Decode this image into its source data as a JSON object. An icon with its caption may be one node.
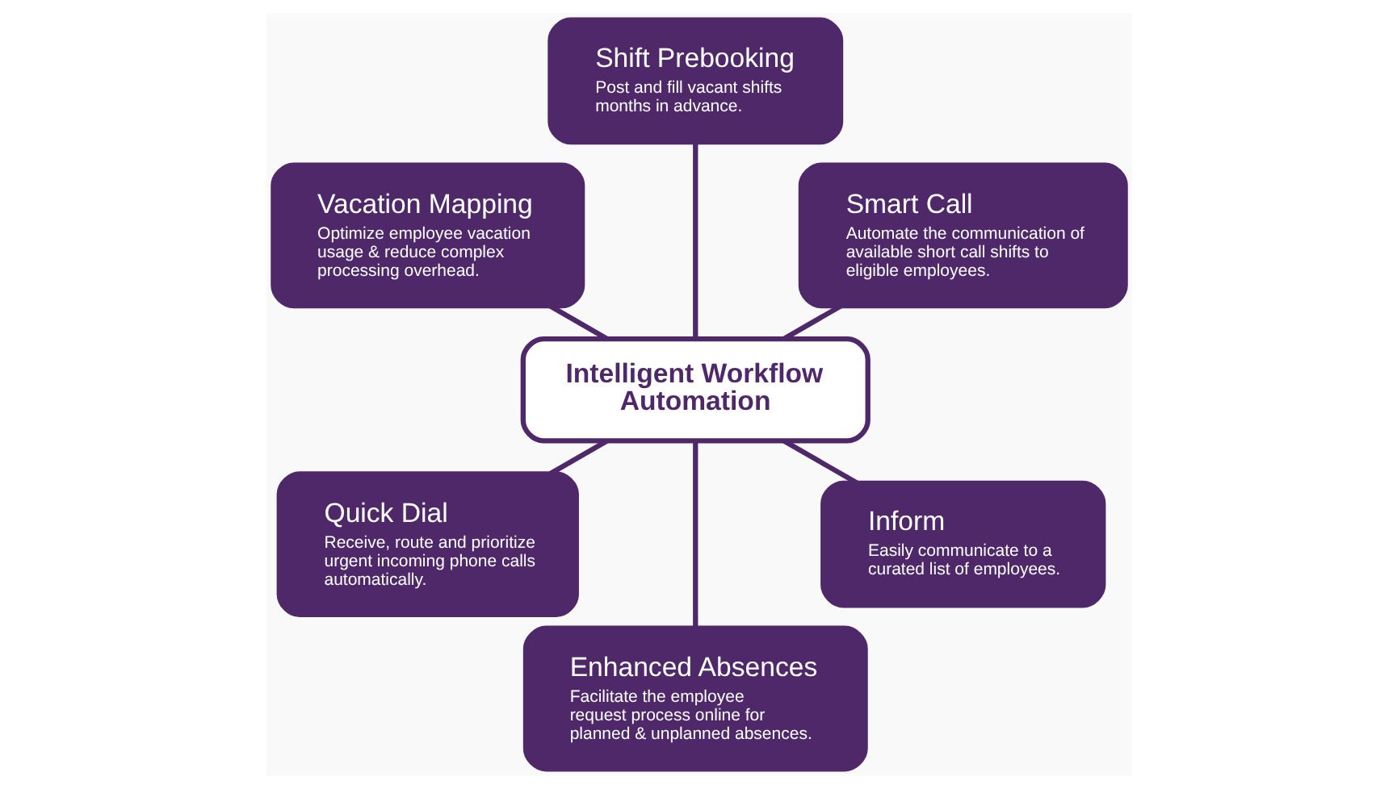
{
  "diagram": {
    "nodes": [
      {
        "text": [
          "Smart Call",
          "Automate the communication of available short call shifts to eligible employees."
        ]
      },
      {
        "text": [
          "Shift Prebooking",
          "Post and fill vacant shifts months in advance."
        ]
      },
      {
        "text": [
          "Vacation Mapping",
          "Optimize employee vacation usage & reduce complex processing overhead."
        ]
      },
      {
        "text": [
          "Intelligent Workflow Automation"
        ]
      },
      {
        "text": [
          "Quick Dial",
          "Receive, route and prioritize urgent incoming phone calls automatically."
        ]
      },
      {
        "text": [
          "Enhanced Absences",
          "Facilitate the employee request process online for planned & unplanned absences."
        ]
      },
      {
        "text": [
          "Inform",
          "Easily communicate to a curated list of employees."
        ]
      }
    ],
    "edges": [
      {
        "from": 3,
        "to": 0,
        "arrow": "none"
      },
      {
        "from": 3,
        "to": 1,
        "arrow": "none"
      },
      {
        "from": 3,
        "to": 2,
        "arrow": "none"
      },
      {
        "from": 3,
        "to": 4,
        "arrow": "none"
      },
      {
        "from": 3,
        "to": 5,
        "arrow": "none"
      },
      {
        "from": 3,
        "to": 6,
        "arrow": "none"
      }
    ]
  }
}
